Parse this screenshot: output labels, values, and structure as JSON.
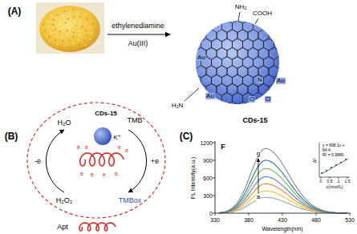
{
  "diagram": {
    "labels": [
      "(A)",
      "ethylenediamine",
      "Au(III)",
      "NH₂",
      "COOH",
      "Au",
      "Au",
      "Au",
      "N",
      "H₂N",
      "O",
      "O",
      "CDs-15",
      "(B)",
      "H₂O",
      "TMB",
      "CDs-15",
      "K⁺",
      "-e",
      "+e",
      "H₂O₂",
      "TMBox",
      "e",
      "e",
      "e",
      "e",
      "e",
      "e",
      "e",
      "e",
      "Apt",
      "(C)",
      "F",
      "g",
      "a",
      "FL Intensity(a.u.)",
      "0",
      "300",
      "600",
      "900",
      "1200",
      "330",
      "380",
      "430",
      "480",
      "530",
      "Wavelength(nm)",
      "y = 698.1x +",
      "64.4",
      "R² = 0.9966",
      "ΔF",
      "c(nmol/L)",
      "0",
      "0.5",
      "1",
      "1.5"
    ]
  }
}
